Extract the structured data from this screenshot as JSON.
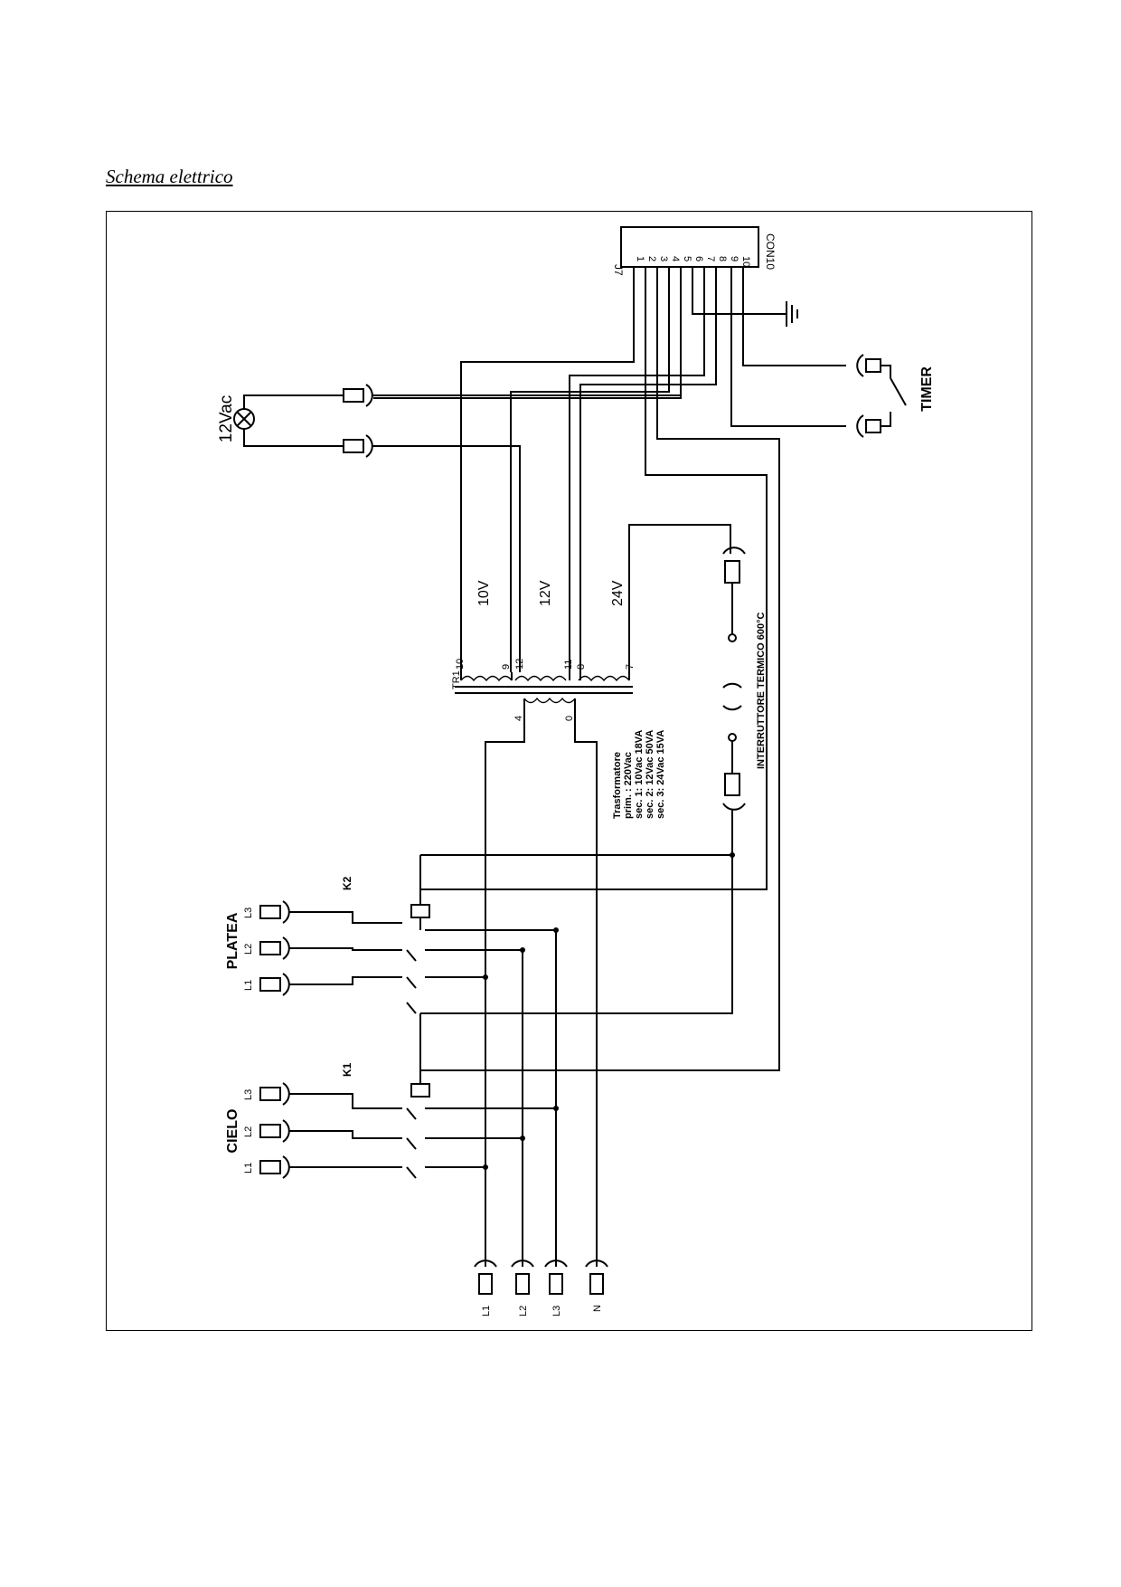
{
  "title": "Schema elettrico",
  "lamp_label": "12Vac",
  "timer_label": "TIMER",
  "j7_label": "J7",
  "con10_label": "CON10",
  "j7_pins": [
    "1",
    "2",
    "3",
    "4",
    "5",
    "6",
    "7",
    "8",
    "9",
    "10"
  ],
  "transformer": {
    "id": "TR1",
    "secondaries": [
      "10V",
      "12V",
      "24V"
    ],
    "terminals": [
      "10",
      "9",
      "12",
      "11",
      "8",
      "7",
      "4",
      "0"
    ],
    "spec_lines": [
      "Trasformatore",
      "prim. : 220Vac",
      "sec. 1: 10Vac 18VA",
      "sec. 2: 12Vac 50VA",
      "sec. 3: 24Vac 15VA"
    ]
  },
  "thermal_switch_label": "INTERRUTTORE TERMICO 600°C",
  "contactors": [
    "K2",
    "K1"
  ],
  "platea": {
    "label": "PLATEA",
    "phases": [
      "L3",
      "L2",
      "L1"
    ]
  },
  "cielo": {
    "label": "CIELO",
    "phases": [
      "L3",
      "L2",
      "L1"
    ]
  },
  "supply_terminals": [
    "L1",
    "L2",
    "L3",
    "N"
  ]
}
